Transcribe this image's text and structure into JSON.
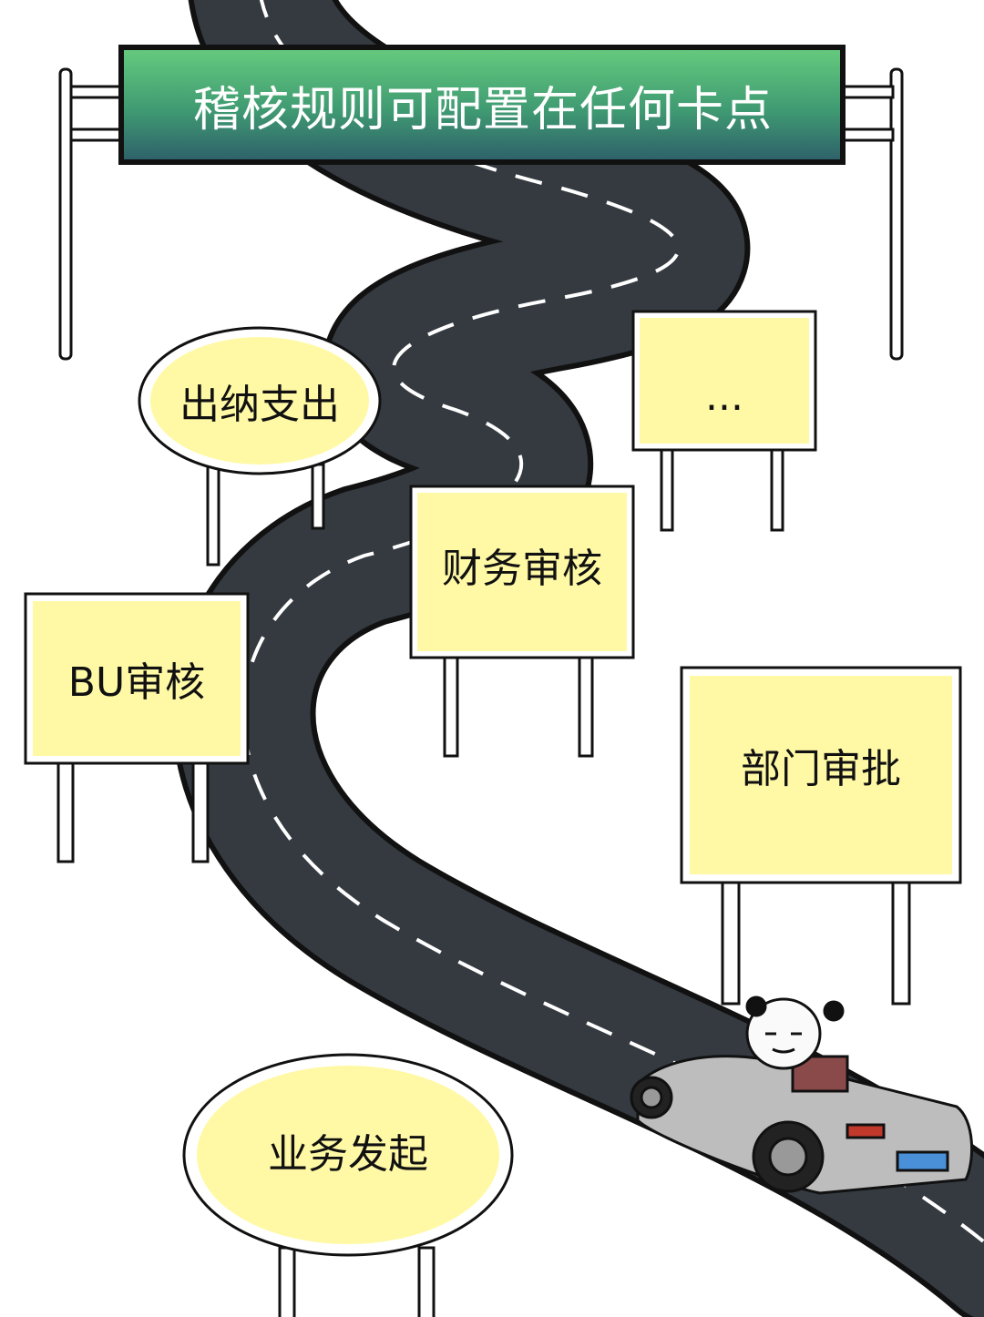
{
  "banner": {
    "title": "稽核规则可配置在任何卡点"
  },
  "signs": [
    {
      "label": "出纳支出"
    },
    {
      "label": "..."
    },
    {
      "label": "财务审核"
    },
    {
      "label": "BU审核"
    },
    {
      "label": "部门审批"
    },
    {
      "label": "业务发起"
    }
  ],
  "colors": {
    "road": "#343a40",
    "sign": "#fff9a6",
    "banner_top": "#62c87a",
    "banner_bottom": "#2f6a6a"
  }
}
